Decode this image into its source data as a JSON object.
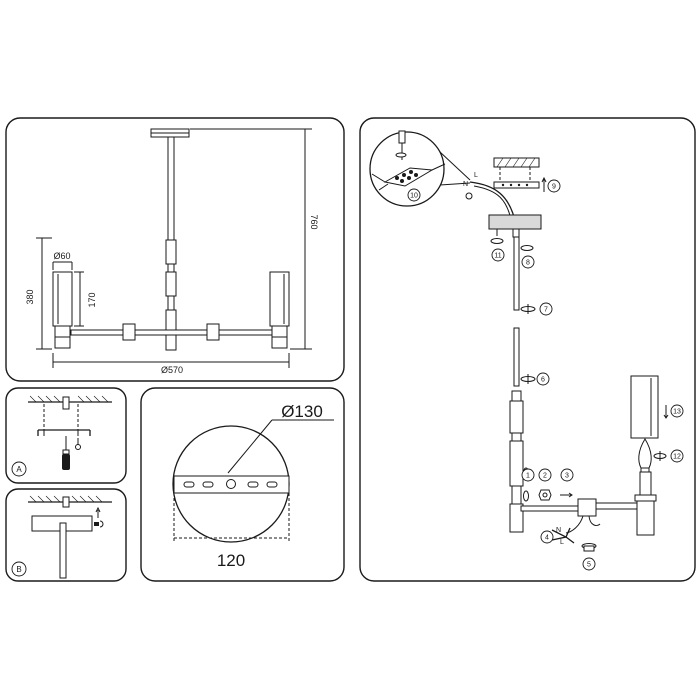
{
  "dimensions": {
    "height_total": "760",
    "height_lamp": "380",
    "shade_diameter": "Ø60",
    "shade_height": "170",
    "width": "Ø570",
    "canopy_diameter": "Ø130",
    "bracket_length": "120"
  },
  "step_labels": {
    "a": "A",
    "b": "B"
  },
  "step_numbers": [
    "1",
    "2",
    "3",
    "4",
    "5",
    "6",
    "7",
    "8",
    "9",
    "10",
    "11",
    "12",
    "13"
  ],
  "wire_labels": {
    "n": "N",
    "l": "L"
  },
  "colors": {
    "line": "#1a1a1a",
    "background": "#ffffff",
    "shade_fill": "#d9d9d9"
  }
}
